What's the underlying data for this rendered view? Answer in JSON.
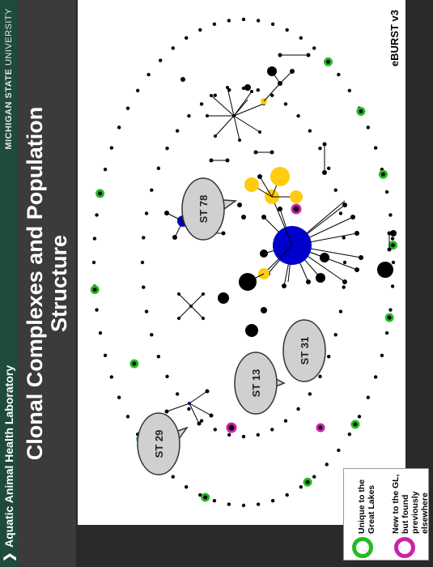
{
  "header": {
    "lab_name": "Aquatic Animal Health Laboratory",
    "university_bold": "MICHIGAN STATE",
    "university_rest": " UNIVERSITY"
  },
  "title_line1": "Clonal Complexes and Population",
  "title_line2": "Structure",
  "software_label": "eBURST v3",
  "callouts": [
    {
      "label": "ST 29"
    },
    {
      "label": "ST 13"
    },
    {
      "label": "ST 31"
    },
    {
      "label": "ST 78"
    }
  ],
  "legend": [
    {
      "label": "Unique to the Great Lakes",
      "color": "#22bb22"
    },
    {
      "label": "New to the GL, but found previously elsewhere",
      "color": "#cc22aa"
    }
  ],
  "node_colors": {
    "black": "#000000",
    "founder_blue": "#0000cc",
    "gold": "#ffcc11"
  }
}
